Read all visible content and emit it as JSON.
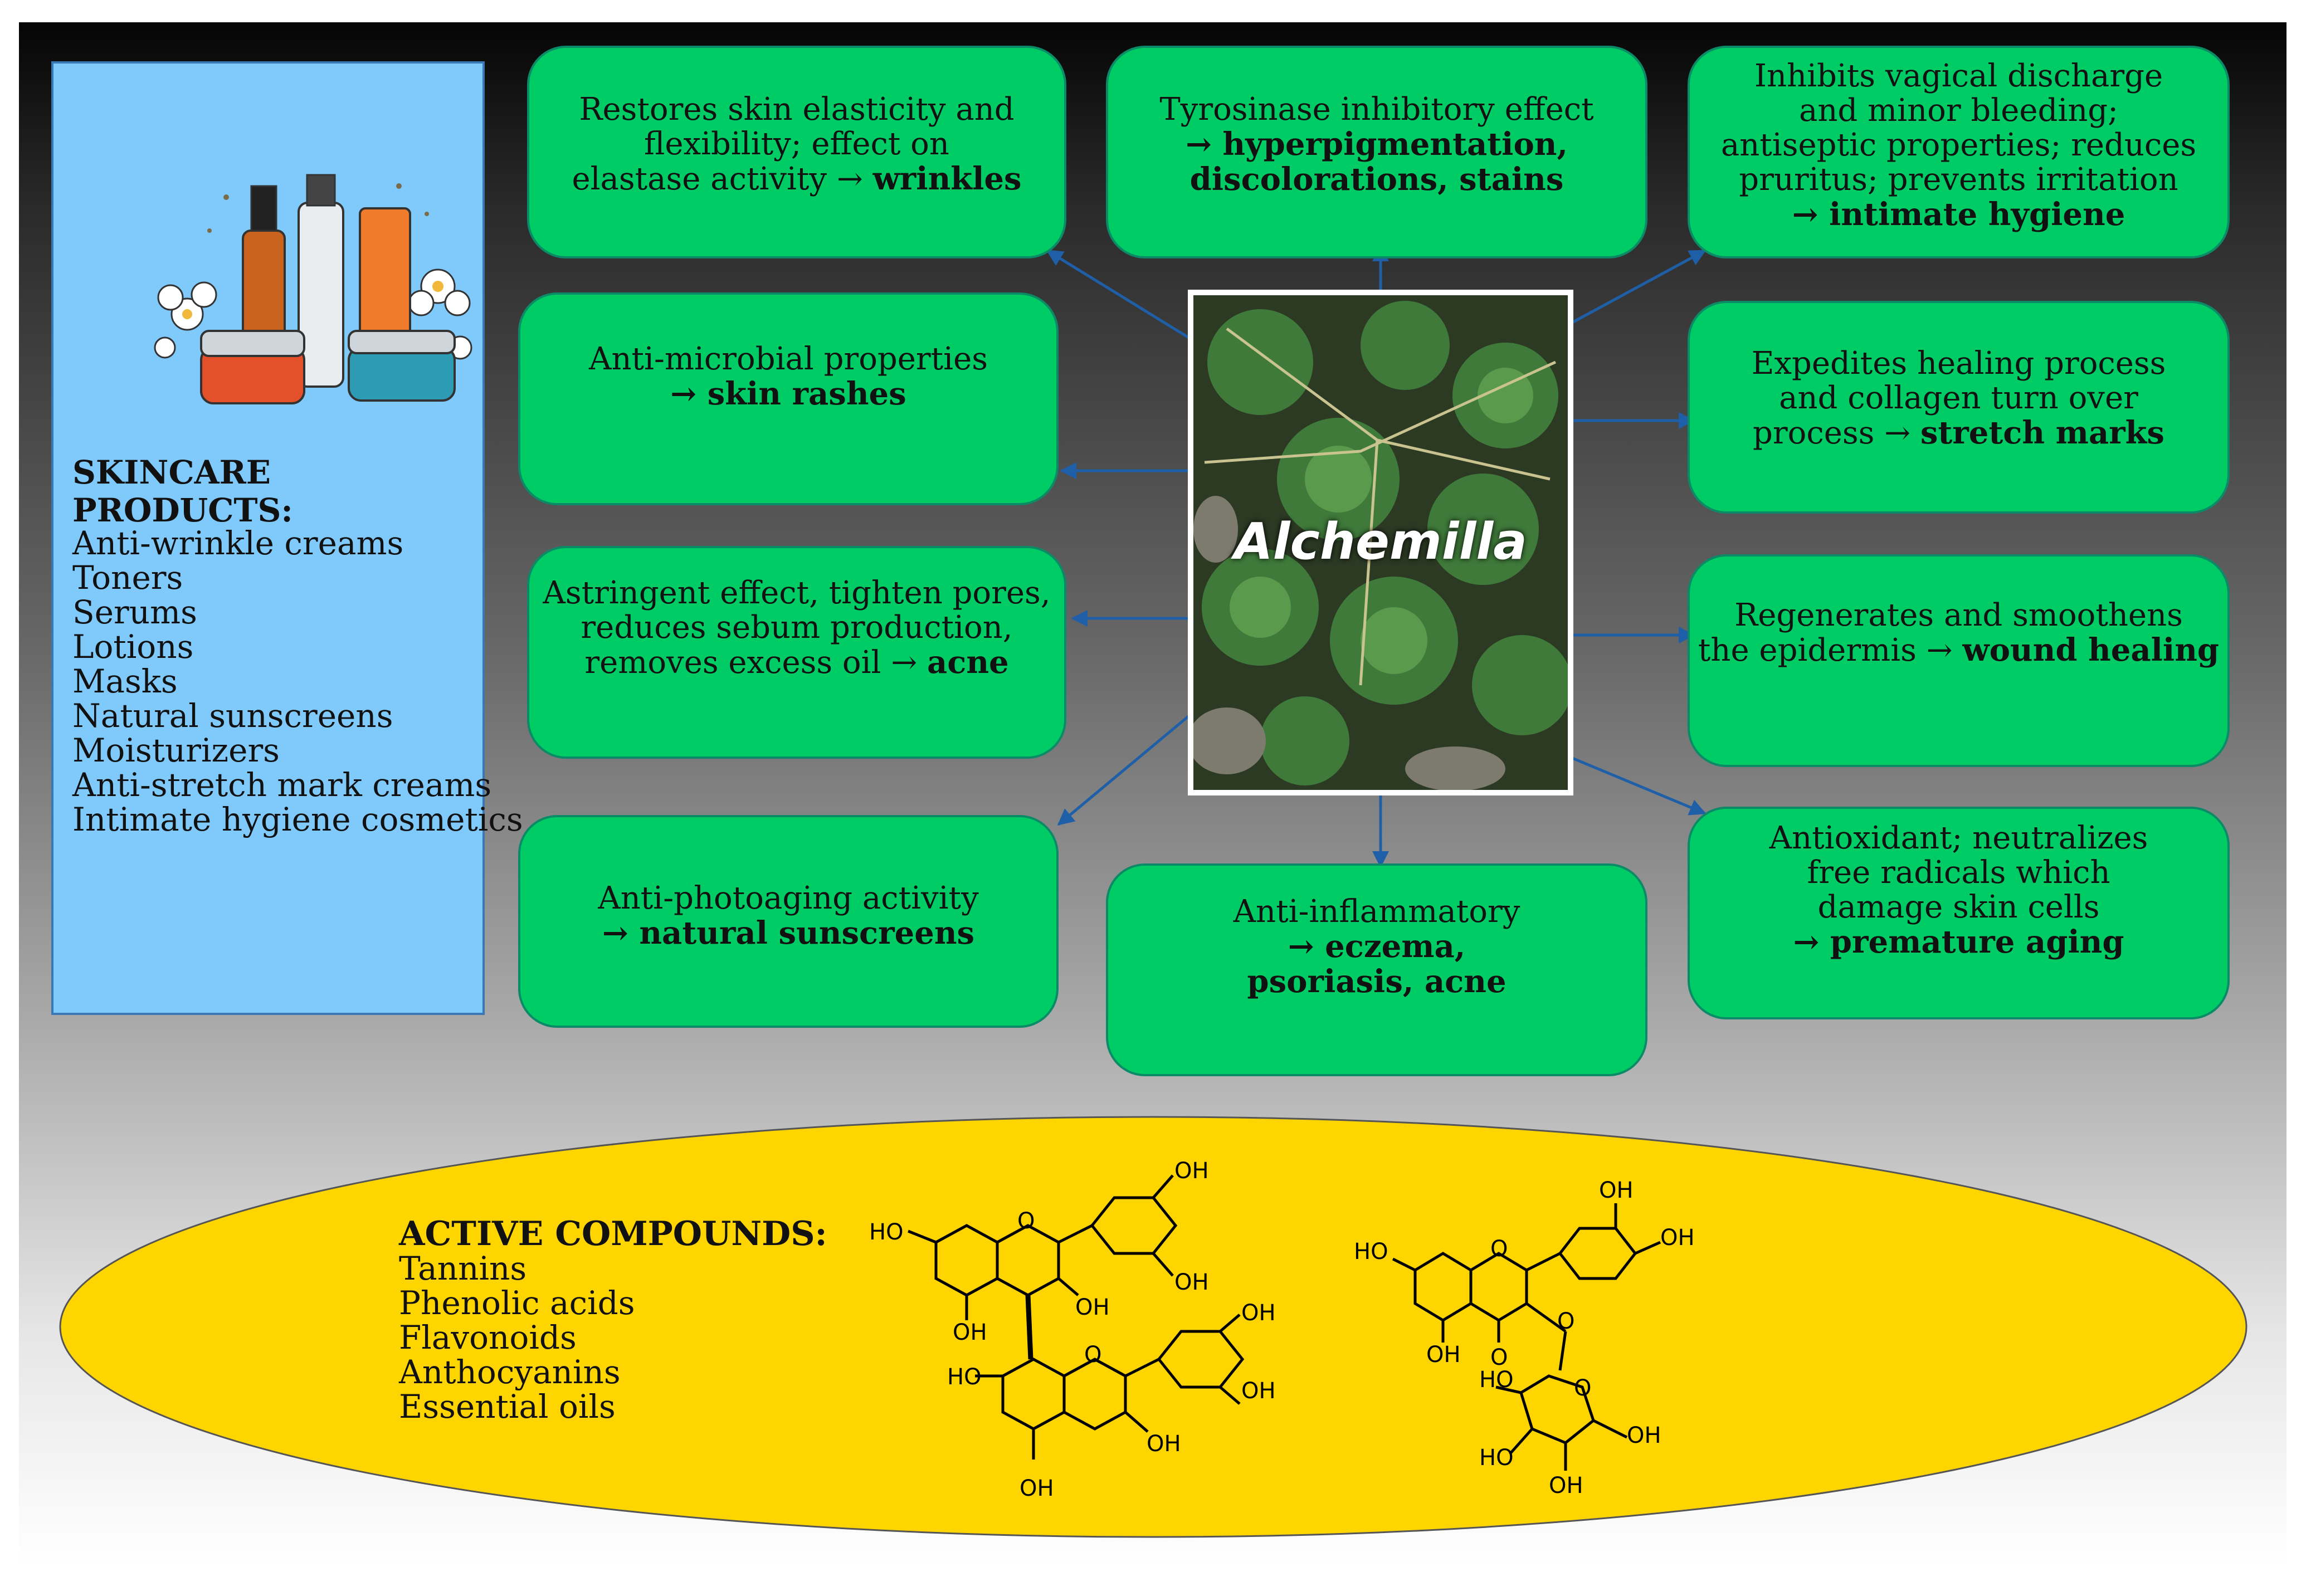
{
  "skincare_panel": {
    "title": "SKINCARE PRODUCTS:",
    "items": [
      "Anti-wrinkle creams",
      "Toners",
      "Serums",
      "Lotions",
      "Masks",
      "Natural sunscreens",
      "Moisturizers",
      "Anti-stretch mark creams",
      "Intimate hygiene cosmetics"
    ]
  },
  "center": {
    "label": "Alchemilla"
  },
  "boxes": {
    "elasticity": {
      "l1": "Restores skin elasticity and",
      "l2": "flexibility; effect on",
      "l3a": "elastase activity → ",
      "l3b": "wrinkles"
    },
    "tyrosinase": {
      "l1": "Tyrosinase inhibitory effect",
      "l2": "→ hyperpigmentation,",
      "l3": "discolorations, stains"
    },
    "intimate": {
      "l1": "Inhibits vagical discharge",
      "l2": "and minor bleeding;",
      "l3": "antiseptic properties; reduces",
      "l4": "pruritus; prevents irritation",
      "l5": "→ intimate hygiene"
    },
    "microbial": {
      "l1": "Anti-microbial properties",
      "l2": "→ skin rashes"
    },
    "healing": {
      "l1": "Expedites healing process",
      "l2": "and collagen turn over",
      "l3a": "process → ",
      "l3b": "stretch marks"
    },
    "astringent": {
      "l1": "Astringent effect, tighten pores,",
      "l2": "reduces sebum production,",
      "l3a": "removes excess oil → ",
      "l3b": "acne"
    },
    "regenerates": {
      "l1": "Regenerates and smoothens",
      "l2a": "the epidermis → ",
      "l2b": "wound healing"
    },
    "photoaging": {
      "l1": "Anti-photoaging activity",
      "l2": "→ natural sunscreens"
    },
    "inflammatory": {
      "l1": "Anti-inflammatory",
      "l2": "→ eczema,",
      "l3": "psoriasis, acne"
    },
    "antioxidant": {
      "l1": "Antioxidant; neutralizes",
      "l2": "free radicals which",
      "l3": "damage skin cells",
      "l4": "→ premature aging"
    }
  },
  "active_compounds": {
    "title": "ACTIVE COMPOUNDS:",
    "items": [
      "Tannins",
      "Phenolic acids",
      "Flavonoids",
      "Anthocyanins",
      "Essential oils"
    ]
  },
  "chem_labels": {
    "oh": "OH",
    "ho": "HO",
    "o": "O"
  },
  "colors": {
    "box_fill": "#00cc66",
    "panel_fill": "#7fc9fb",
    "ellipse_fill": "#ffd500",
    "arrow": "#1f5fa8"
  }
}
